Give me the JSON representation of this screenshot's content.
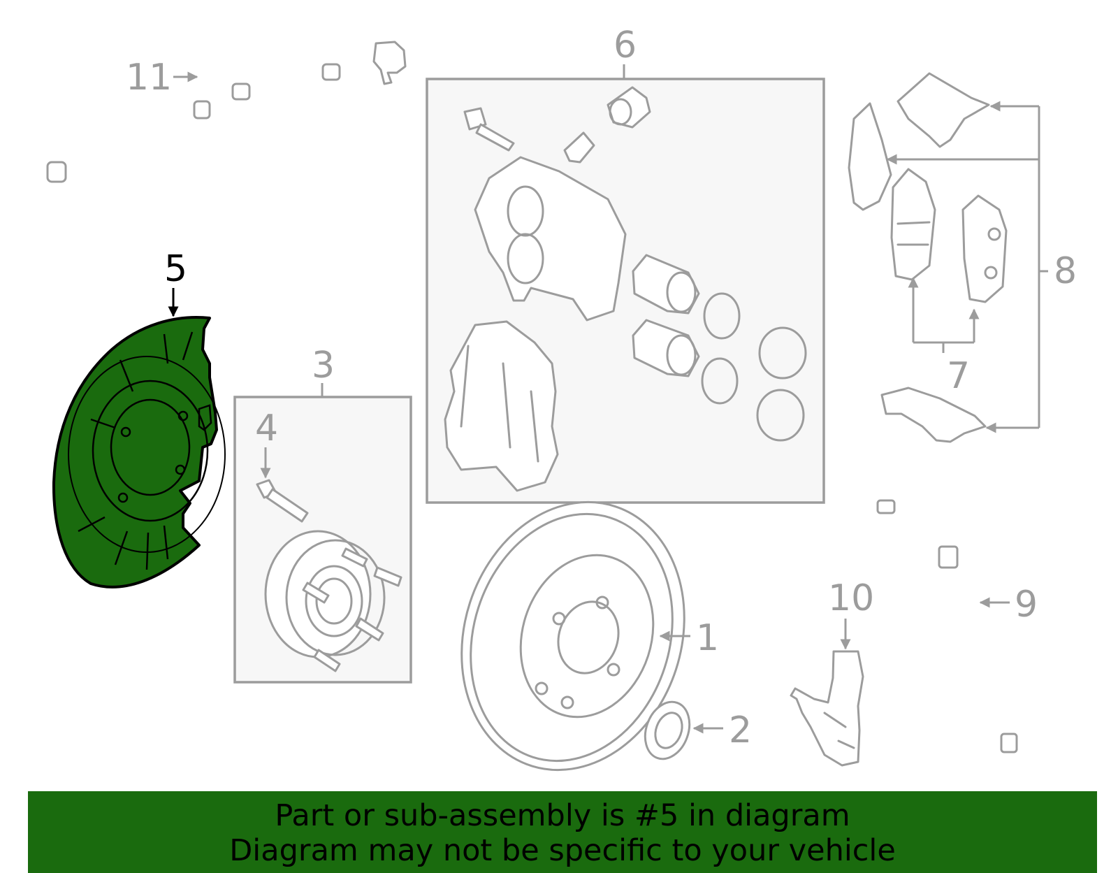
{
  "colors": {
    "highlight": "#1a6b0e",
    "line_gray": "#9c9c9c",
    "banner_bg": "#1a6b0e",
    "banner_text": "#000000"
  },
  "labels": {
    "p1": "1",
    "p2": "2",
    "p3": "3",
    "p4": "4",
    "p5": "5",
    "p6": "6",
    "p7": "7",
    "p8": "8",
    "p9": "9",
    "p10": "10",
    "p11": "11"
  },
  "highlighted_part": "5",
  "banner": {
    "line1": "Part or sub-assembly is #5 in diagram",
    "line2": "Diagram may not be specific to your vehicle"
  }
}
